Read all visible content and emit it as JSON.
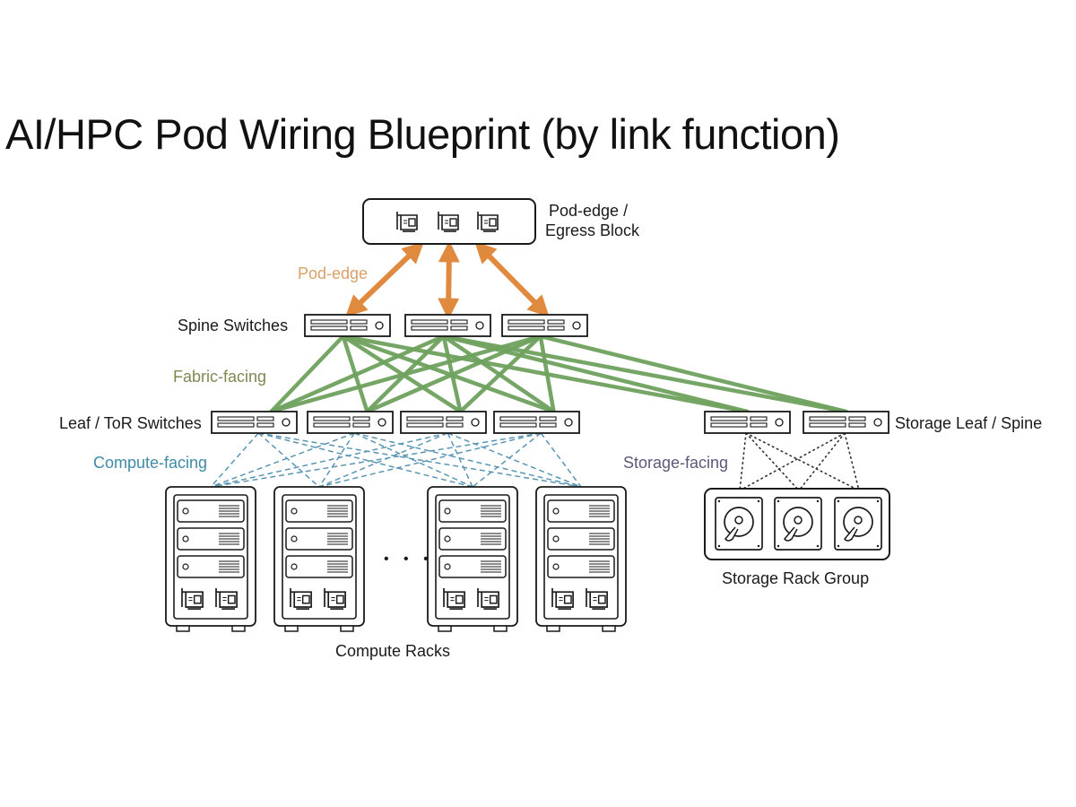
{
  "title": "AI/HPC Pod Wiring Blueprint (by link function)",
  "colors": {
    "pod_edge": "#e08a3f",
    "pod_edge_label": "#d9a06a",
    "fabric": "#6fa25e",
    "fabric_label": "#7d8a52",
    "compute": "#5a96b3",
    "compute_label": "#3f8ba8",
    "storage": "#333333",
    "storage_label": "#5a5a78",
    "outline": "#1a1a1a"
  },
  "labels": {
    "egress_block": [
      "Pod-edge /",
      "Egress Block"
    ],
    "spine_switches": "Spine Switches",
    "leaf_switches": "Leaf / ToR Switches",
    "storage_switches": "Storage Leaf / Spine",
    "compute_racks": "Compute Racks",
    "storage_rack_group": "Storage Rack Group",
    "ellipsis": "• • •"
  },
  "link_labels": {
    "pod_edge": "Pod-edge",
    "fabric": "Fabric-facing",
    "compute": "Compute-facing",
    "storage": "Storage-facing"
  },
  "nodes": {
    "egress_nics": 3,
    "spines": [
      "spine-1",
      "spine-2",
      "spine-3"
    ],
    "leaves": [
      "leaf-1",
      "leaf-2",
      "leaf-3",
      "leaf-4"
    ],
    "storage_switches": [
      "storage-switch-1",
      "storage-switch-2"
    ],
    "compute_racks": [
      "rack-1",
      "rack-2",
      "rack-n-1",
      "rack-n"
    ],
    "storage_drives": [
      "drive-1",
      "drive-2",
      "drive-3"
    ]
  },
  "links": {
    "pod_edge": [
      [
        "egress",
        "spine-1"
      ],
      [
        "egress",
        "spine-2"
      ],
      [
        "egress",
        "spine-3"
      ]
    ],
    "fabric": [
      [
        "spine-1",
        "leaf-1"
      ],
      [
        "spine-1",
        "leaf-2"
      ],
      [
        "spine-1",
        "leaf-3"
      ],
      [
        "spine-1",
        "leaf-4"
      ],
      [
        "spine-2",
        "leaf-1"
      ],
      [
        "spine-2",
        "leaf-2"
      ],
      [
        "spine-2",
        "leaf-3"
      ],
      [
        "spine-2",
        "leaf-4"
      ],
      [
        "spine-3",
        "leaf-1"
      ],
      [
        "spine-3",
        "leaf-2"
      ],
      [
        "spine-3",
        "leaf-3"
      ],
      [
        "spine-3",
        "leaf-4"
      ],
      [
        "spine-1",
        "storage-switch-1"
      ],
      [
        "spine-2",
        "storage-switch-1"
      ],
      [
        "spine-2",
        "storage-switch-2"
      ],
      [
        "spine-3",
        "storage-switch-2"
      ]
    ],
    "compute": "full-mesh leaves to compute racks",
    "storage": "full-mesh storage switches to storage drives"
  }
}
